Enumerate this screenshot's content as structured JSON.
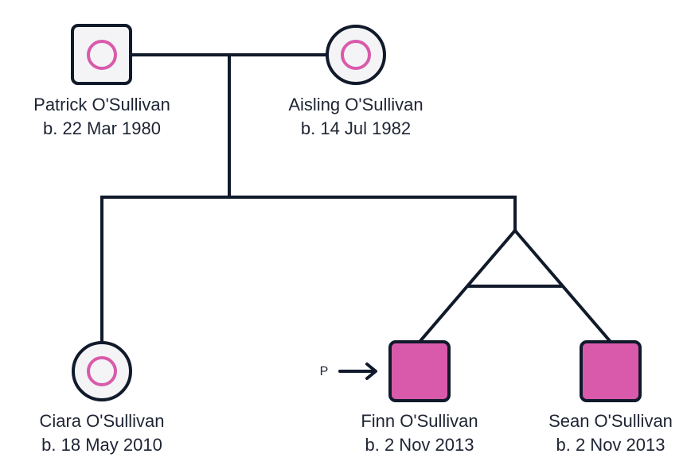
{
  "colors": {
    "line": "#111a2b",
    "affected_fill": "#d95aab",
    "carrier_dot": "#d95aab",
    "unaffected_fill": "#f4f4f6",
    "text": "#1e2433"
  },
  "individuals": [
    {
      "id": "patrick",
      "name": "Patrick O'Sullivan",
      "dob": "b. 22 Mar 1980",
      "sex": "male",
      "status": "carrier"
    },
    {
      "id": "aisling",
      "name": "Aisling O'Sullivan",
      "dob": "b. 14 Jul 1982",
      "sex": "female",
      "status": "carrier"
    },
    {
      "id": "ciara",
      "name": "Ciara O'Sullivan",
      "dob": "b. 18 May 2010",
      "sex": "female",
      "status": "carrier"
    },
    {
      "id": "finn",
      "name": "Finn O'Sullivan",
      "dob": "b. 2 Nov 2013",
      "sex": "male",
      "status": "affected",
      "proband": true
    },
    {
      "id": "sean",
      "name": "Sean O'Sullivan",
      "dob": "b. 2 Nov 2013",
      "sex": "male",
      "status": "affected"
    }
  ],
  "relationships": [
    {
      "type": "couple",
      "partners": [
        "patrick",
        "aisling"
      ],
      "children": [
        "ciara",
        "finn",
        "sean"
      ]
    },
    {
      "type": "identical-twins",
      "members": [
        "finn",
        "sean"
      ]
    }
  ],
  "proband_marker": {
    "label": "P",
    "target": "finn"
  }
}
